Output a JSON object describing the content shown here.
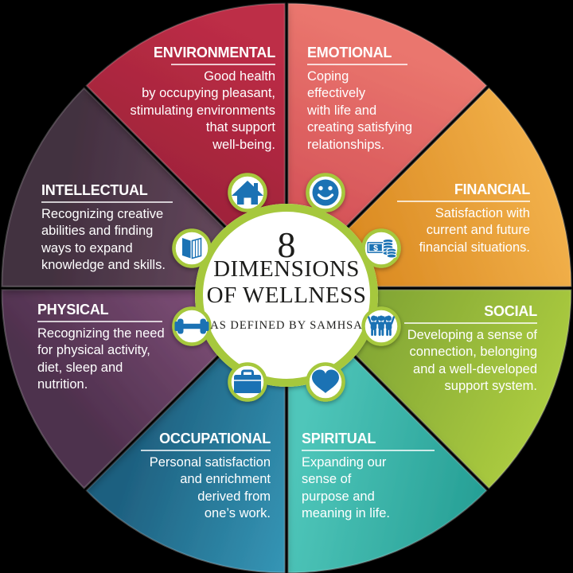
{
  "center": {
    "number": "8",
    "line1": "DIMENSIONS",
    "line2": "OF WELLNESS",
    "subtitle": "AS DEFINED BY SAMHSA"
  },
  "wedges": [
    {
      "name": "environmental",
      "title": "ENVIRONMENTAL",
      "description": "Good health\nby occupying pleasant,\nstimulating environments\nthat support\nwell-being.",
      "icon": "home-icon",
      "color_start": "#951f36",
      "color_end": "#bd2d46"
    },
    {
      "name": "emotional",
      "title": "EMOTIONAL",
      "description": "Coping\neffectively\nwith life and\ncreating satisfying\nrelationships.",
      "icon": "smiley-icon",
      "color_start": "#ea766e",
      "color_end": "#d04b53"
    },
    {
      "name": "financial",
      "title": "FINANCIAL",
      "description": "Satisfaction with\ncurrent and future\nfinancial situations.",
      "icon": "money-icon",
      "color_start": "#d8861d",
      "color_end": "#f2b14b"
    },
    {
      "name": "social",
      "title": "SOCIAL",
      "description": "Developing a sense of\nconnection, belonging\nand a well-developed\nsupport system.",
      "icon": "people-icon",
      "color_start": "#7da133",
      "color_end": "#accc40"
    },
    {
      "name": "spiritual",
      "title": "SPIRITUAL",
      "description": "Expanding our\nsense of\npurpose and\nmeaning in life.",
      "icon": "heart-icon",
      "color_start": "#4fc6ba",
      "color_end": "#27a096"
    },
    {
      "name": "occupational",
      "title": "OCCUPATIONAL",
      "description": "Personal satisfaction\nand enrichment\nderived from\none’s work.",
      "icon": "briefcase-icon",
      "color_start": "#1e6080",
      "color_end": "#3494b4"
    },
    {
      "name": "physical",
      "title": "PHYSICAL",
      "description": "Recognizing the need\nfor physical activity,\ndiet, sleep and\nnutrition.",
      "icon": "dumbbell-icon",
      "color_start": "#87547f",
      "color_end": "#4e304d"
    },
    {
      "name": "intellectual",
      "title": "INTELLECTUAL",
      "description": "Recognizing creative\nabilities and finding\nways to expand\nknowledge and skills.",
      "icon": "book-icon",
      "color_start": "#6b4d62",
      "color_end": "#433040"
    }
  ],
  "colors": {
    "ring": "#a6c83c",
    "icon_blue": "#1b72b4",
    "label_text": "#ffffff",
    "center_text": "#1d1d1b",
    "background": "#000000"
  },
  "money_symbol": "$"
}
